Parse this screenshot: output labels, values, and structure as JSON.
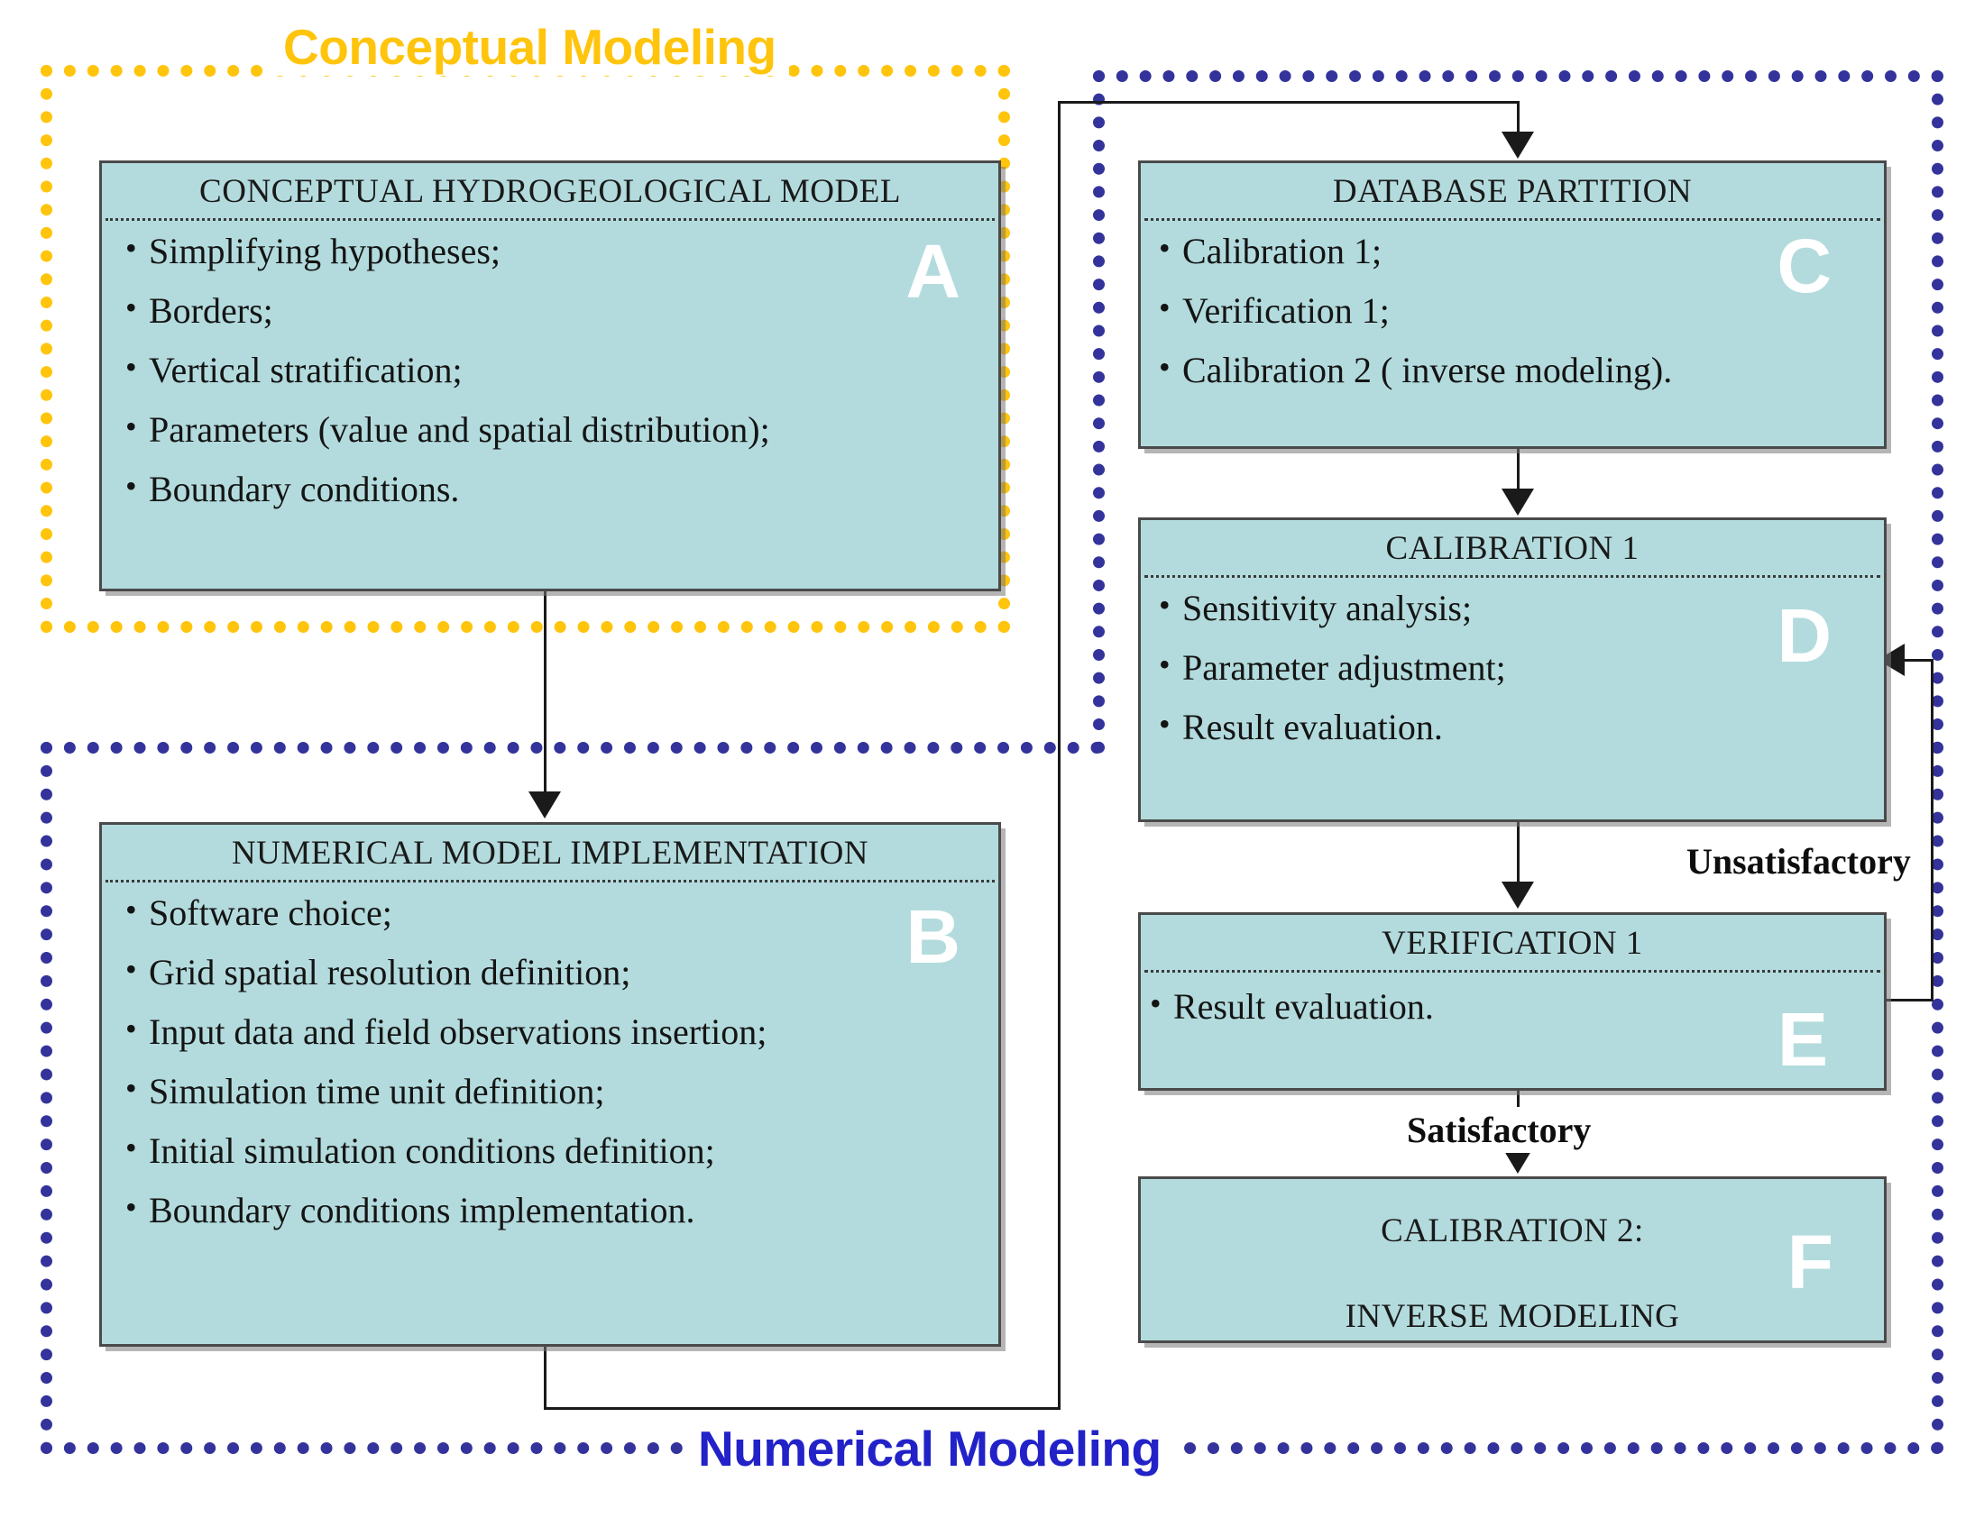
{
  "groups": {
    "conceptual": {
      "label": "Conceptual Modeling",
      "color": "#FFC40C"
    },
    "numerical": {
      "label": "Numerical Modeling",
      "color": "#2222C8"
    }
  },
  "palette": {
    "box_fill": "#b3dbdd",
    "box_border": "#4a4a4a",
    "letter_color": "#ffffff",
    "connector": "#1a1a1a"
  },
  "boxes": [
    {
      "id": "A",
      "letter": "A",
      "title": "CONCEPTUAL HYDROGEOLOGICAL MODEL",
      "items": [
        "Simplifying hypotheses;",
        "Borders;",
        "Vertical stratification;",
        "Parameters (value and spatial distribution);",
        "Boundary conditions."
      ]
    },
    {
      "id": "B",
      "letter": "B",
      "title": "NUMERICAL MODEL IMPLEMENTATION",
      "items": [
        "Software choice;",
        "Grid spatial resolution definition;",
        "Input data and field observations insertion;",
        "Simulation time unit definition;",
        "Initial simulation conditions definition;",
        "Boundary conditions implementation."
      ]
    },
    {
      "id": "C",
      "letter": "C",
      "title": "DATABASE PARTITION",
      "items": [
        "Calibration 1;",
        "Verification 1;",
        "Calibration  2 ( inverse modeling)."
      ]
    },
    {
      "id": "D",
      "letter": "D",
      "title": "CALIBRATION 1",
      "items": [
        "Sensitivity analysis;",
        "Parameter adjustment;",
        "Result evaluation."
      ]
    },
    {
      "id": "E",
      "letter": "E",
      "title": "VERIFICATION 1",
      "items": [
        "Result evaluation."
      ]
    },
    {
      "id": "F",
      "letter": "F",
      "title_line_1": "CALIBRATION 2:",
      "title_line_2": "INVERSE MODELING"
    }
  ],
  "edge_labels": {
    "unsatisfactory": "Unsatisfactory",
    "satisfactory": "Satisfactory"
  }
}
